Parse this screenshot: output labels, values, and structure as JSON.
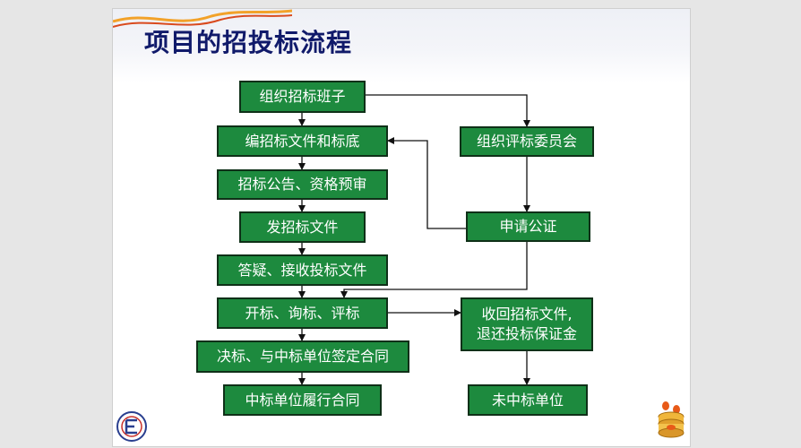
{
  "title": "项目的招投标流程",
  "colors": {
    "box_fill": "#1d8a3e",
    "box_border": "#0f3018",
    "title": "#101a6a",
    "arrow": "#111111"
  },
  "boxes": {
    "org_team": "组织招标班子",
    "prepare_docs": "编招标文件和标底",
    "announce": "招标公告、资格预审",
    "issue_docs": "发招标文件",
    "qa_bids": "答疑、接收投标文件",
    "open_eval": "开标、询标、评标",
    "award": "决标、与中标单位签定合同",
    "contract": "中标单位履行合同",
    "committee": "组织评标委员会",
    "notary": "申请公证",
    "refund_line1": "收回招标文件,",
    "refund_line2": "退还投标保证金",
    "losers": "未中标单位"
  },
  "icons": {
    "logo": "university-logo-icon",
    "decoration": "coin-stack-icon"
  }
}
